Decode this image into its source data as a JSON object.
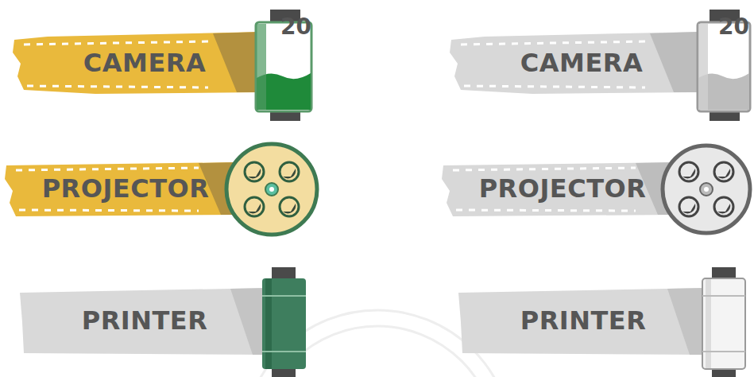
{
  "diagram": {
    "nodes": [
      {
        "text": [
          "CAMERA"
        ]
      },
      {
        "text": [
          "CAMERA"
        ]
      },
      {
        "text": [
          "PROJECTOR"
        ]
      },
      {
        "text": [
          "PROJECTOR"
        ]
      },
      {
        "text": [
          "PRINTER"
        ]
      },
      {
        "text": [
          "PRINTER"
        ]
      }
    ],
    "labels": [
      "20",
      "20"
    ]
  }
}
